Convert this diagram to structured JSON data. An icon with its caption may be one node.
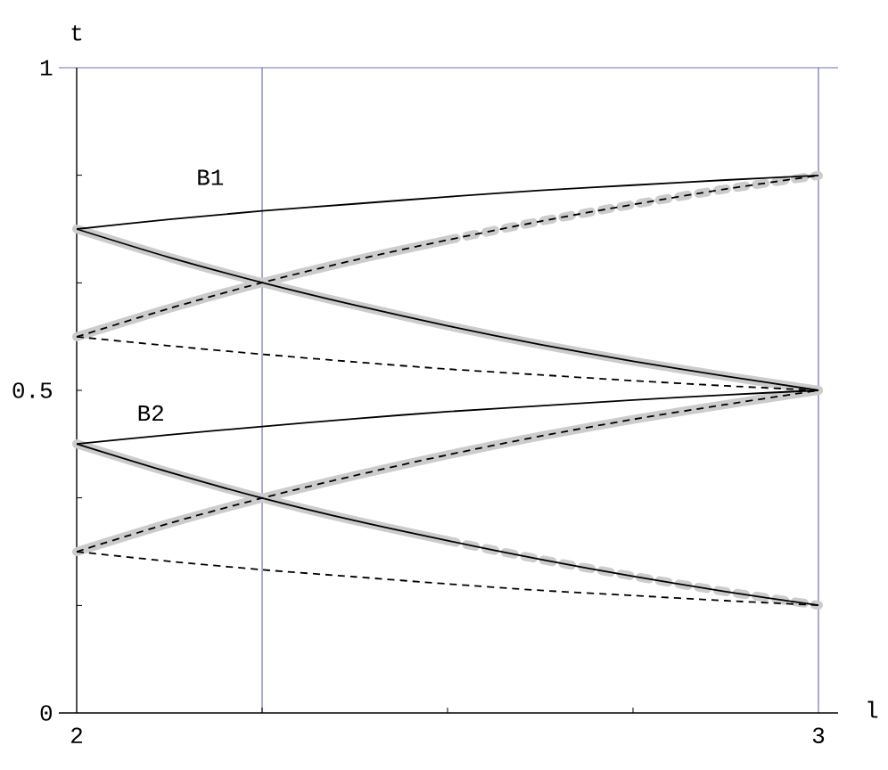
{
  "diagram": {
    "chart_data": {
      "type": "line",
      "xlabel": "l",
      "ylabel": "t",
      "xlim": [
        2,
        3
      ],
      "ylim": [
        0,
        1
      ],
      "xticks": [
        2,
        3
      ],
      "yticks": [
        0,
        0.5,
        1
      ],
      "x": [
        2,
        2.125,
        2.25,
        2.375,
        2.5,
        2.625,
        2.75,
        2.875,
        3
      ],
      "series": [
        {
          "color": "#cccccc",
          "line_style": "solid",
          "values": [
            0.75,
            0.706,
            0.667,
            0.632,
            0.6,
            0.571,
            0.545,
            0.522,
            0.5
          ]
        },
        {
          "color": "#cccccc",
          "line_style": "solid",
          "values": [
            0.583,
            0.627,
            0.667,
            0.702,
            0.733,
            null,
            null,
            null,
            null
          ]
        },
        {
          "color": "#cccccc",
          "line_style": "dashed",
          "values": [
            null,
            null,
            null,
            null,
            0.733,
            0.762,
            0.788,
            0.812,
            0.833
          ]
        },
        {
          "color": "#cccccc",
          "line_style": "solid",
          "values": [
            0.417,
            0.373,
            0.333,
            0.298,
            0.267,
            null,
            null,
            null,
            null
          ]
        },
        {
          "color": "#cccccc",
          "line_style": "dashed",
          "values": [
            null,
            null,
            null,
            null,
            0.267,
            0.238,
            0.212,
            0.188,
            0.167
          ]
        },
        {
          "color": "#cccccc",
          "line_style": "solid",
          "values": [
            0.25,
            0.294,
            0.333,
            0.368,
            0.4,
            0.429,
            0.455,
            0.478,
            0.5
          ]
        },
        {
          "color": "#000000",
          "line_style": "solid",
          "values": [
            0.75,
            0.765,
            0.778,
            0.789,
            0.8,
            0.81,
            0.818,
            0.826,
            0.833
          ]
        },
        {
          "color": "#000000",
          "line_style": "solid",
          "values": [
            0.75,
            0.706,
            0.667,
            0.632,
            0.6,
            0.571,
            0.545,
            0.522,
            0.5
          ]
        },
        {
          "color": "#000000",
          "line_style": "dashed",
          "values": [
            0.583,
            0.627,
            0.667,
            0.702,
            0.733,
            0.762,
            0.788,
            0.812,
            0.833
          ]
        },
        {
          "color": "#000000",
          "line_style": "dashed",
          "values": [
            0.583,
            0.569,
            0.556,
            0.544,
            0.533,
            0.524,
            0.515,
            0.507,
            0.5
          ]
        },
        {
          "color": "#000000",
          "line_style": "solid",
          "values": [
            0.417,
            0.431,
            0.444,
            0.456,
            0.467,
            0.476,
            0.485,
            0.493,
            0.5
          ]
        },
        {
          "color": "#000000",
          "line_style": "solid",
          "values": [
            0.417,
            0.373,
            0.333,
            0.298,
            0.267,
            0.238,
            0.212,
            0.188,
            0.167
          ]
        },
        {
          "color": "#000000",
          "line_style": "dashed",
          "values": [
            0.25,
            0.294,
            0.333,
            0.368,
            0.4,
            0.429,
            0.455,
            0.478,
            0.5
          ]
        },
        {
          "color": "#000000",
          "line_style": "dashed",
          "values": [
            0.25,
            0.235,
            0.222,
            0.211,
            0.2,
            0.19,
            0.182,
            0.174,
            0.167
          ]
        }
      ],
      "ref_lines": [
        {
          "axis": "x",
          "value": 2.25,
          "color": "#7070b8"
        }
      ],
      "annotations": [
        "B1",
        "B2"
      ]
    }
  }
}
